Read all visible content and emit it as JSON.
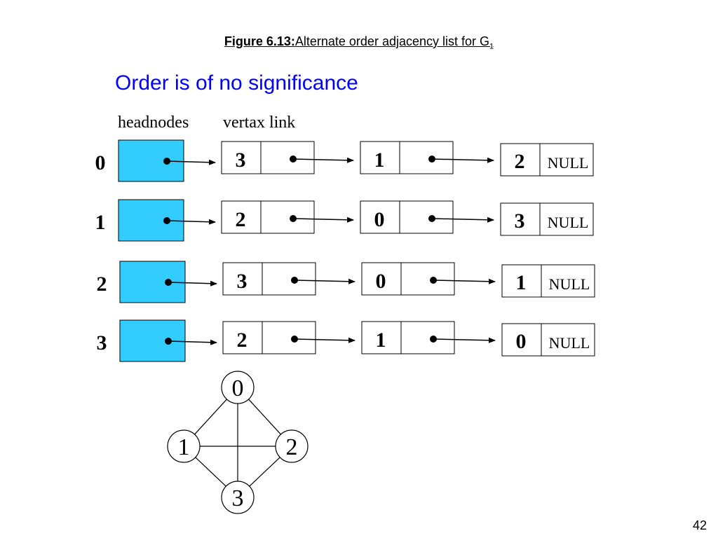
{
  "caption": {
    "label": "Figure 6.13:",
    "text": "Alternate order adjacency list for G",
    "subscript": "1"
  },
  "subtitle": "Order is of no significance",
  "headers": {
    "headnodes": "headnodes",
    "vertex_link": "vertax link"
  },
  "colors": {
    "headnode_fill": "#33ccff",
    "subtitle": "#0000ff"
  },
  "null_text": "NULL",
  "rows": [
    {
      "label": "0",
      "nodes": [
        "3",
        "1",
        "2"
      ]
    },
    {
      "label": "1",
      "nodes": [
        "2",
        "0",
        "3"
      ]
    },
    {
      "label": "2",
      "nodes": [
        "3",
        "0",
        "1"
      ]
    },
    {
      "label": "3",
      "nodes": [
        "2",
        "1",
        "0"
      ]
    }
  ],
  "graph": {
    "vertices": [
      "0",
      "1",
      "2",
      "3"
    ],
    "edges": [
      [
        "0",
        "1"
      ],
      [
        "0",
        "2"
      ],
      [
        "0",
        "3"
      ],
      [
        "1",
        "2"
      ],
      [
        "1",
        "3"
      ],
      [
        "2",
        "3"
      ]
    ]
  },
  "page_number": "42"
}
